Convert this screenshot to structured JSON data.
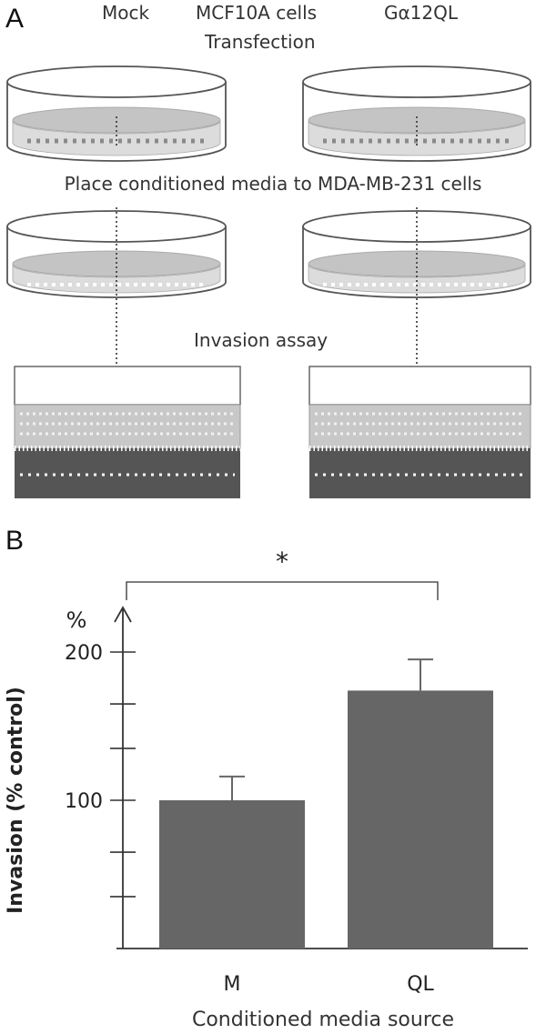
{
  "panel_a": {
    "label": "A",
    "col_left": "Mock",
    "col_center_line1": "MCF10A cells",
    "col_center_line2": "Transfection",
    "col_right": "Gα12QL",
    "step_1": "Place conditioned media to MDA-MB-231 cells",
    "step_2": "Invasion assay"
  },
  "panel_b": {
    "label": "B",
    "significance": "*",
    "y_unit": "%",
    "ylabel": "Invasion (% control)",
    "xlabel": "Conditioned media source"
  },
  "chart_data": {
    "type": "bar",
    "categories": [
      "M",
      "QL"
    ],
    "values": [
      100,
      174
    ],
    "errors": [
      16,
      21
    ],
    "ylim": [
      0,
      230
    ],
    "yticks": [
      100,
      200
    ],
    "minor_ticks": [
      35,
      65,
      135,
      165
    ],
    "bar_color": "#666666",
    "title": "",
    "xlabel": "Conditioned media source",
    "ylabel": "Invasion (% control)"
  }
}
